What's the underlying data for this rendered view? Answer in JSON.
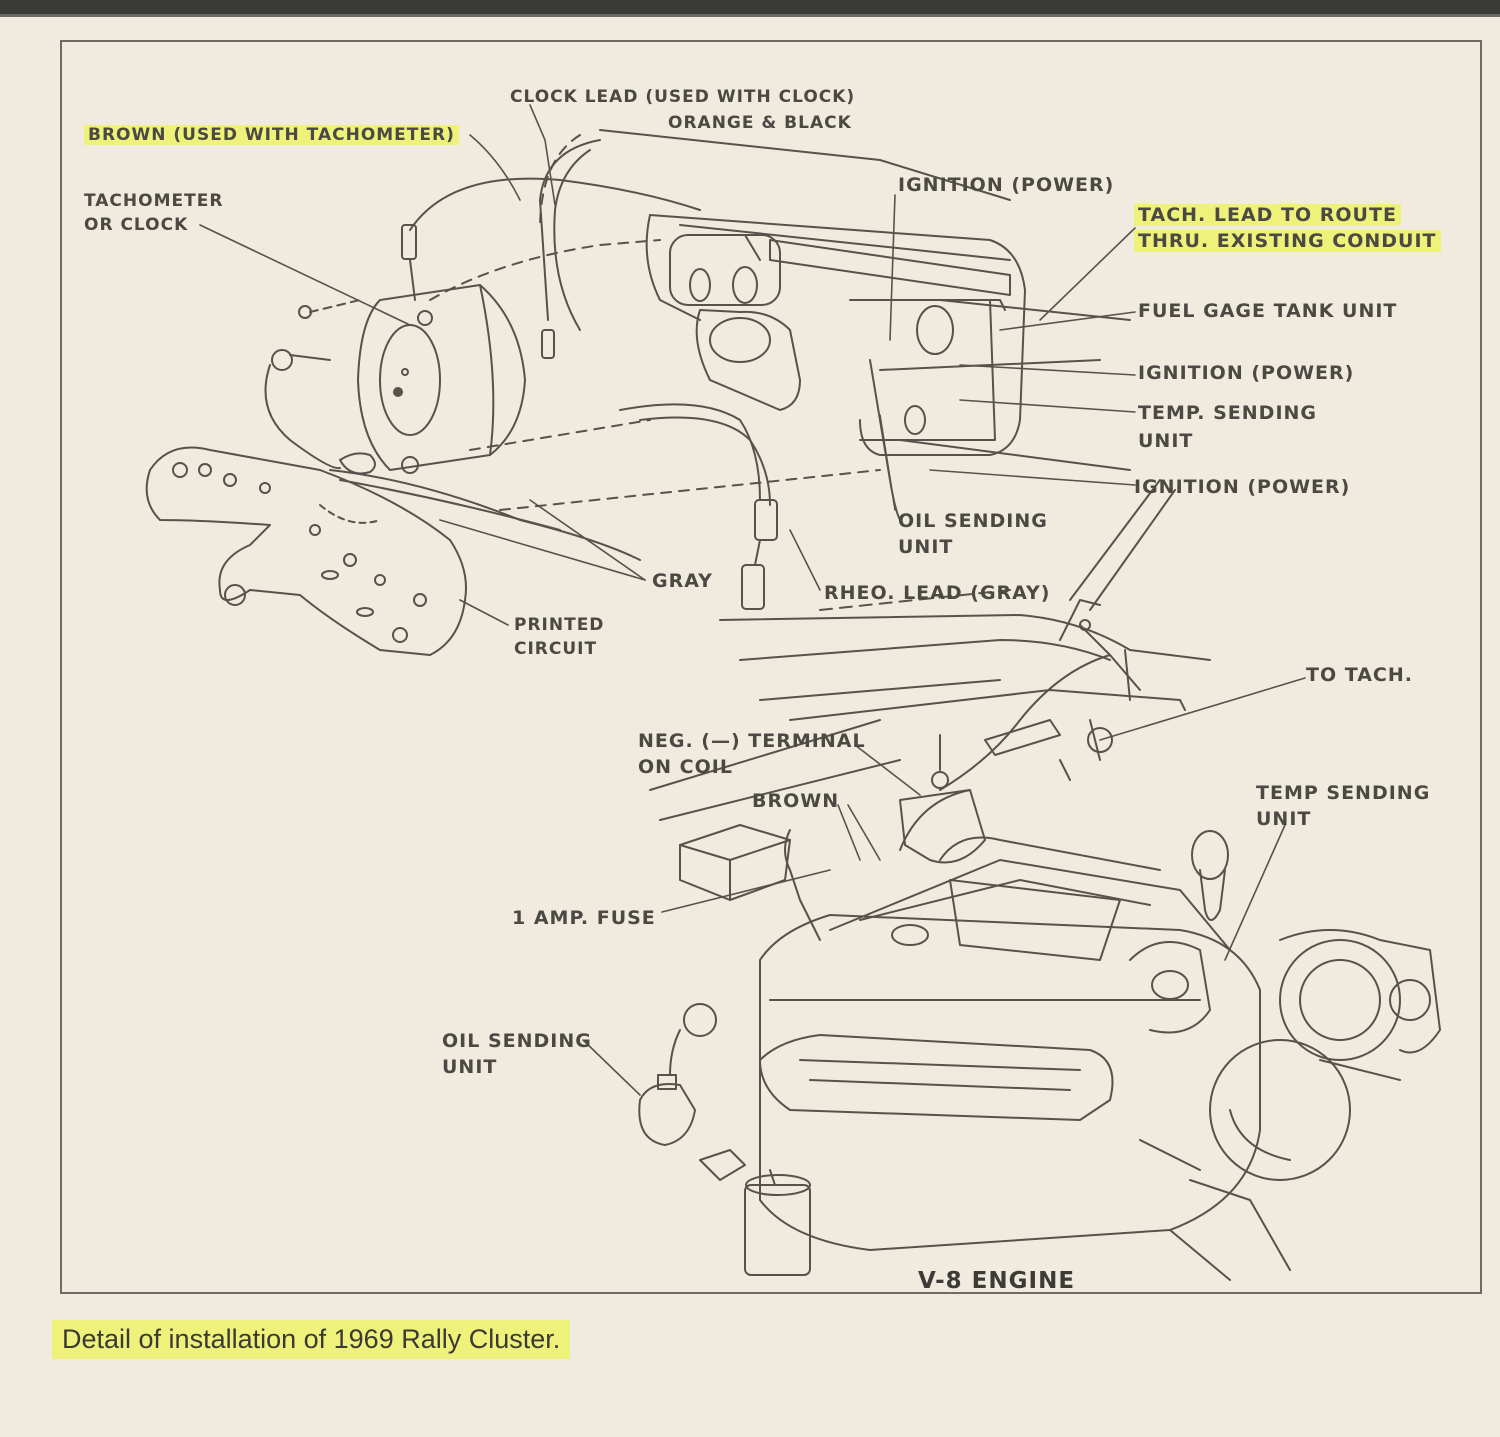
{
  "labels": {
    "brown_tach": "BROWN (USED WITH TACHOMETER)",
    "clock_lead_1": "CLOCK LEAD (USED WITH CLOCK)",
    "clock_lead_2": "ORANGE & BLACK",
    "tach_or_clock_1": "TACHOMETER",
    "tach_or_clock_2": "OR CLOCK",
    "ignition_power_top": "IGNITION (POWER)",
    "tach_route_1": "TACH. LEAD TO ROUTE",
    "tach_route_2": "THRU. EXISTING CONDUIT",
    "fuel_gage": "FUEL GAGE TANK UNIT",
    "ignition_power_mid": "IGNITION (POWER)",
    "temp_sending_1": "TEMP. SENDING",
    "temp_sending_2": "UNIT",
    "ignition_power_low": "IGNITION (POWER)",
    "oil_sending_top_1": "OIL SENDING",
    "oil_sending_top_2": "UNIT",
    "gray": "GRAY",
    "rheo_lead": "RHEO. LEAD (GRAY)",
    "printed_circuit_1": "PRINTED",
    "printed_circuit_2": "CIRCUIT",
    "to_tach": "TO TACH.",
    "neg_terminal_1": "NEG. (—) TERMINAL",
    "neg_terminal_2": "ON COIL",
    "brown": "BROWN",
    "temp_sending_engine_1": "TEMP  SENDING",
    "temp_sending_engine_2": "UNIT",
    "amp_fuse": "1 AMP. FUSE",
    "oil_sending_engine_1": "OIL SENDING",
    "oil_sending_engine_2": "UNIT"
  },
  "engine_title": "V-8 ENGINE",
  "caption": "Detail of installation of 1969 Rally Cluster.",
  "colors": {
    "ink": "#4b4944",
    "highlight": "#eef27a",
    "paper": "#f0ebde"
  }
}
